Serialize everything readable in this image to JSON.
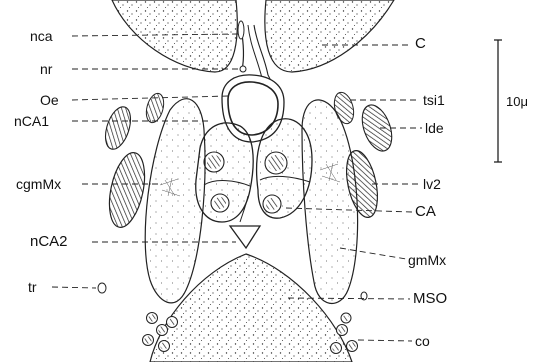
{
  "figure": {
    "labels_left": [
      {
        "id": "nca",
        "text": "nca"
      },
      {
        "id": "nr",
        "text": "nr"
      },
      {
        "id": "oe",
        "text": "Oe"
      },
      {
        "id": "nca1",
        "text": "nCA1"
      },
      {
        "id": "cgmmx",
        "text": "cgmMx"
      },
      {
        "id": "nca2",
        "text": "nCA2"
      },
      {
        "id": "tr",
        "text": "tr"
      }
    ],
    "labels_right": [
      {
        "id": "c",
        "text": "C"
      },
      {
        "id": "tsi1",
        "text": "tsi1"
      },
      {
        "id": "lde",
        "text": "lde"
      },
      {
        "id": "lv2",
        "text": "lv2"
      },
      {
        "id": "ca",
        "text": "CA"
      },
      {
        "id": "gmmx",
        "text": "gmMx"
      },
      {
        "id": "mso",
        "text": "MSO"
      },
      {
        "id": "co",
        "text": "co"
      }
    ],
    "scale_bar_label": "10μ"
  }
}
